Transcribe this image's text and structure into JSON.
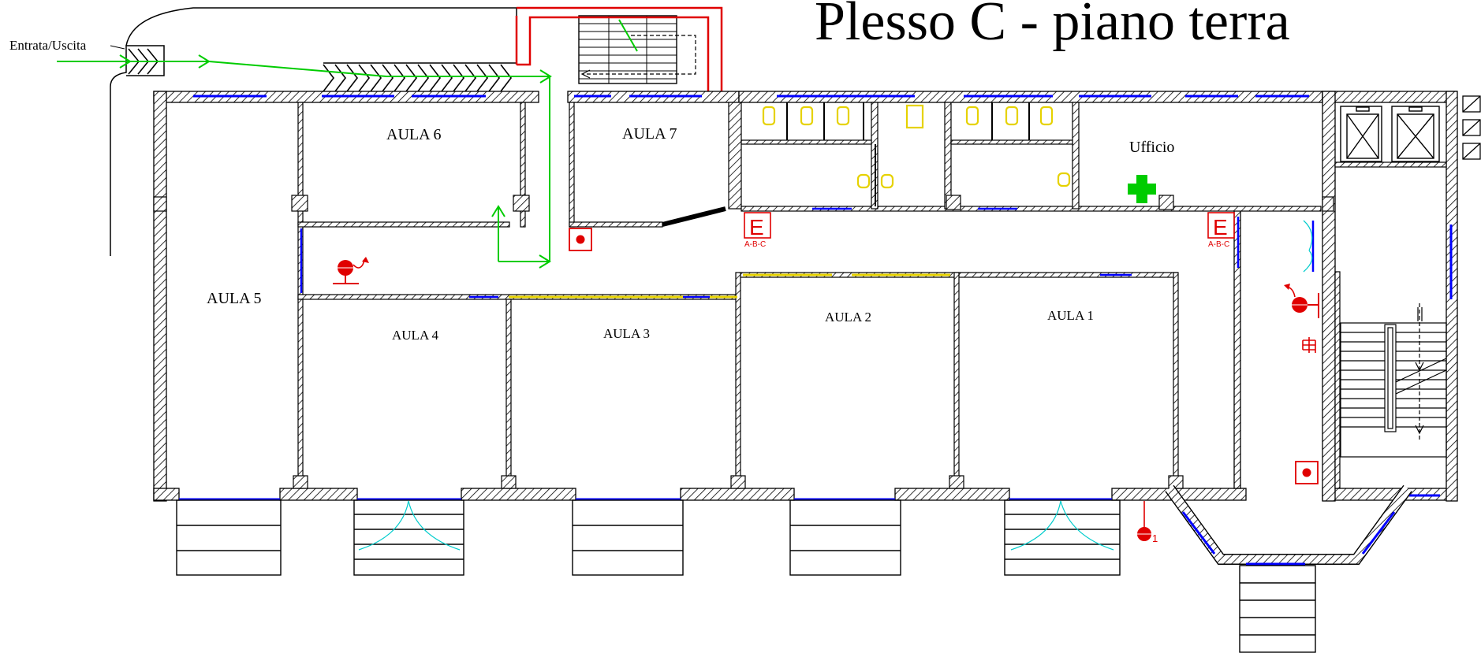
{
  "title": "Plesso C - piano terra",
  "entry_label": "Entrata/Uscita",
  "rooms": {
    "aula1": "AULA 1",
    "aula2": "AULA 2",
    "aula3": "AULA 3",
    "aula4": "AULA 4",
    "aula5": "AULA 5",
    "aula6": "AULA 6",
    "aula7": "AULA 7",
    "ufficio": "Ufficio"
  },
  "extinguisher": {
    "letter": "E",
    "classes": "A-B-C"
  },
  "hydrant_number": "1",
  "colors": {
    "walls": "#000000",
    "windows": "#0000ff",
    "escape_route": "#00cc00",
    "safety": "#e00000",
    "first_aid": "#00cc00",
    "doors": "#00cccc",
    "sanitary": "#e6d200"
  },
  "icons": [
    "extinguisher-sign-icon",
    "fire-alarm-button-icon",
    "alarm-bell-icon",
    "hydrant-icon",
    "first-aid-cross-icon",
    "elevator-icon",
    "toilet-icon"
  ]
}
